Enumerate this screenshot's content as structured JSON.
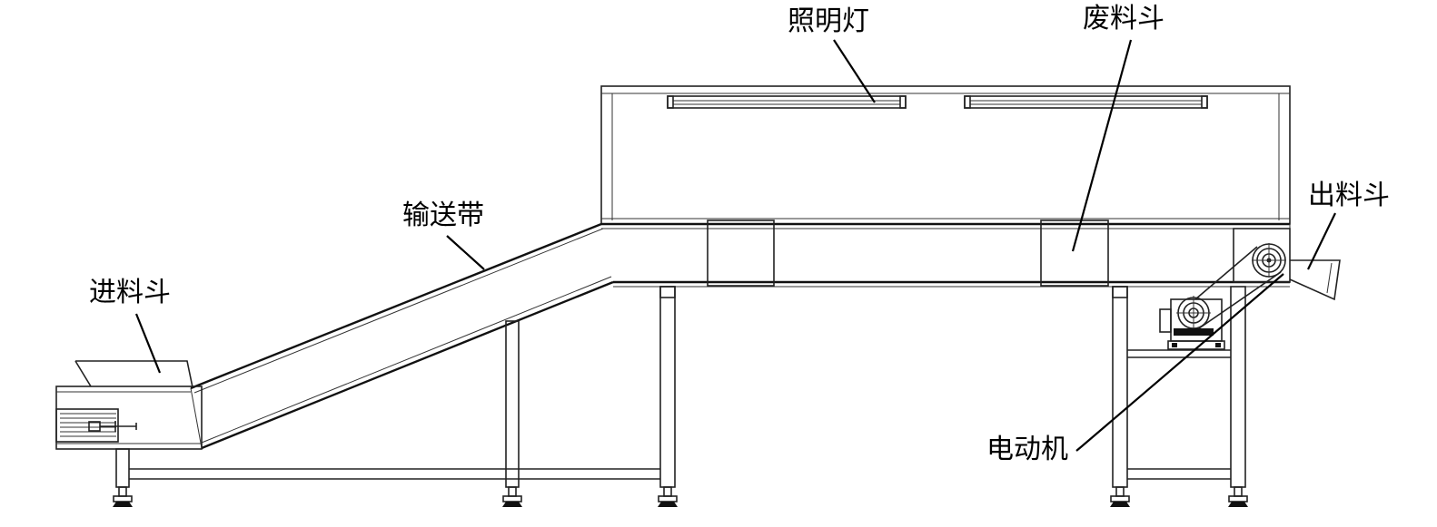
{
  "labels": {
    "feed_hopper": "进料斗",
    "conveyor_belt": "输送带",
    "lighting_lamp": "照明灯",
    "waste_hopper": "废料斗",
    "discharge_hopper": "出料斗",
    "electric_motor": "电动机"
  },
  "colors": {
    "line": "#222222",
    "text": "#000000",
    "background": "#ffffff"
  }
}
